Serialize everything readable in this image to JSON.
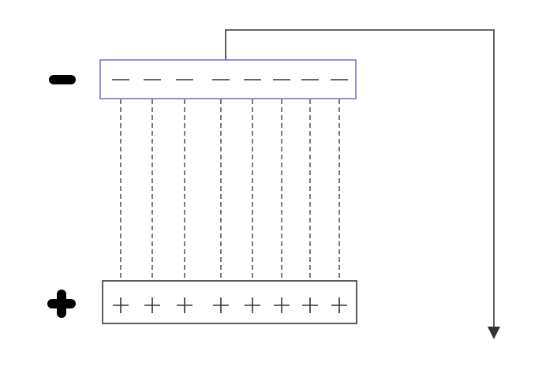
{
  "diagram": {
    "type": "parallel-plate-capacitor",
    "colors": {
      "background": "#ffffff",
      "negative_plate_border": "#7a6fd6",
      "positive_plate_border": "#333333",
      "charge_marks": "#333333",
      "field_lines": "#333333",
      "wire": "#333333",
      "polarity_symbols": "#000000"
    },
    "negative_terminal": {
      "symbol": "negative-sign-icon"
    },
    "positive_terminal": {
      "symbol": "plus-sign-icon"
    },
    "negative_plate": {
      "charge_count": 8,
      "charge_sign": "negative"
    },
    "positive_plate": {
      "charge_count": 8,
      "charge_sign": "positive"
    },
    "field_lines": {
      "count": 8,
      "style": "dashed"
    },
    "wire": {
      "from": "negative_plate",
      "direction": "down-right",
      "arrow": "arrow-down-icon"
    }
  }
}
